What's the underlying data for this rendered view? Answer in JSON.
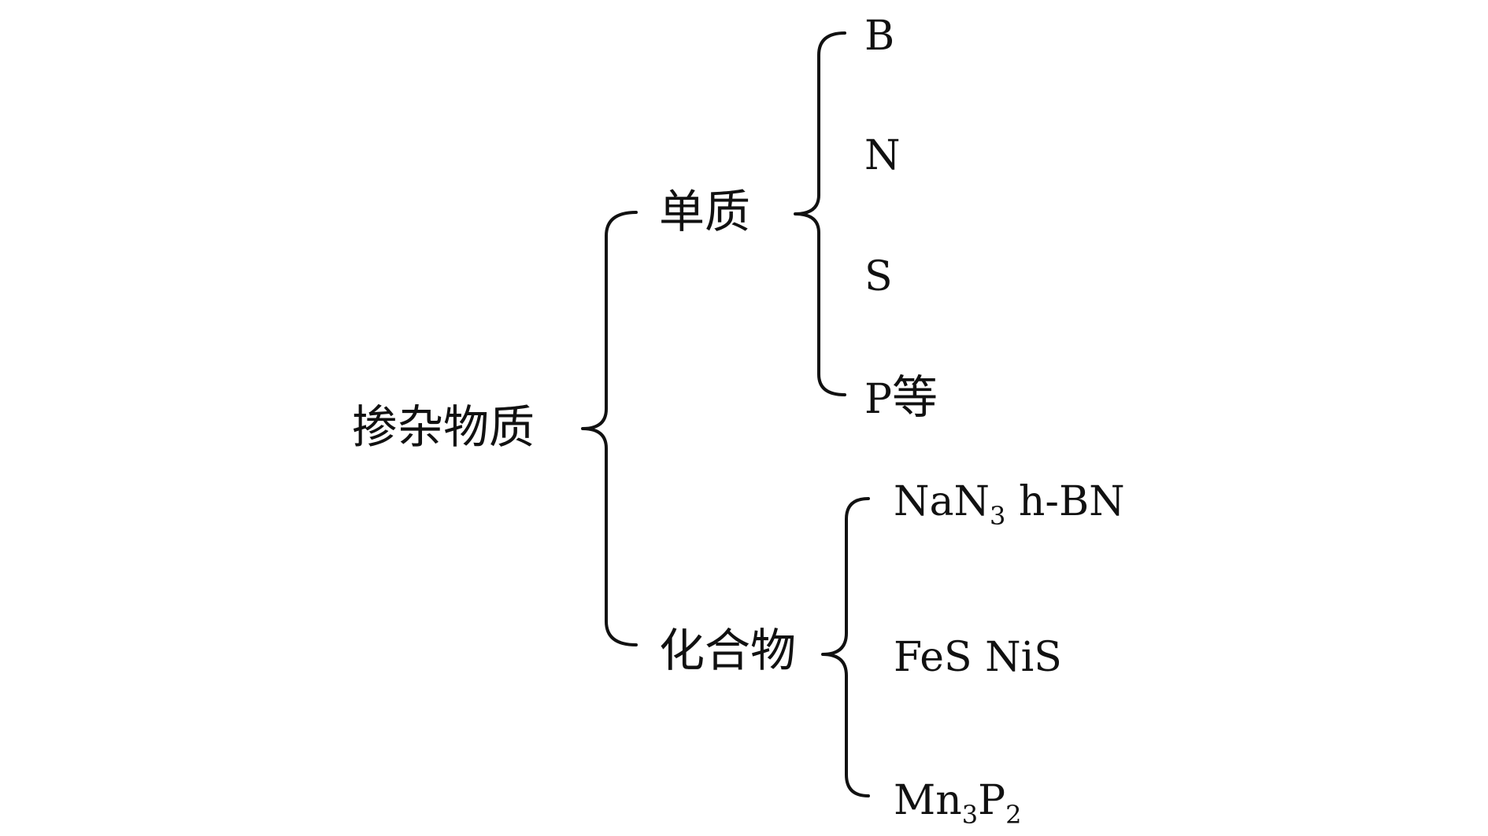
{
  "root": {
    "label": "掺杂物质"
  },
  "groups": [
    {
      "label": "单质",
      "items": [
        {
          "main": "B"
        },
        {
          "main": "N"
        },
        {
          "main": "S"
        },
        {
          "main": "P",
          "tail": "等"
        }
      ]
    },
    {
      "label": "化合物",
      "items": [
        {
          "a": "NaN",
          "a_sub": "3",
          "b": "h-BN"
        },
        {
          "main": "FeS NiS"
        },
        {
          "a": "Mn",
          "a_sub": "3",
          "b": "P",
          "b_sub": "2"
        }
      ]
    }
  ]
}
